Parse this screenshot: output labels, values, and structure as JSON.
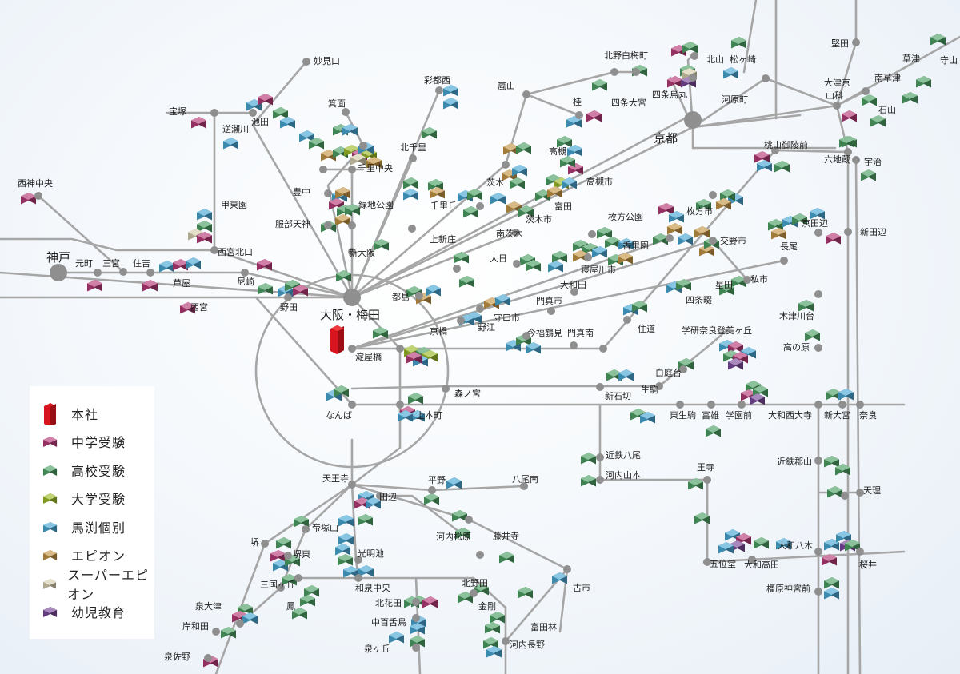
{
  "hub_labels": {
    "kobe": "神戸",
    "kyoto": "京都",
    "osaka": "大阪・梅田"
  },
  "colors": {
    "line": "#a6a6a6",
    "node": "#8f8f8f",
    "honsha": "#d8141e",
    "chugaku": "#b63a78",
    "koko": "#4ea165",
    "daigaku": "#9dbc2a",
    "makabuchi": "#4aa8d6",
    "epion": "#c49646",
    "super_epion": "#d6cfae",
    "yoji": "#7a4a9a"
  },
  "legend": [
    {
      "label": "本社",
      "color": "#d8141e",
      "type": "honsha"
    },
    {
      "label": "中学受験",
      "color": "#b63a78",
      "type": "cube"
    },
    {
      "label": "高校受験",
      "color": "#4ea165",
      "type": "cube"
    },
    {
      "label": "大学受験",
      "color": "#9dbc2a",
      "type": "cube"
    },
    {
      "label": "馬渕個別",
      "color": "#4aa8d6",
      "type": "cube"
    },
    {
      "label": "エピオン",
      "color": "#c49646",
      "type": "cube"
    },
    {
      "label": "スーパーエピオン",
      "color": "#d6cfae",
      "type": "cube"
    },
    {
      "label": "幼児教育",
      "color": "#7a4a9a",
      "type": "cube"
    }
  ],
  "stations": [
    "妙見口",
    "宝塚",
    "逆瀬川",
    "池田",
    "箕面",
    "彩都西",
    "北千里",
    "千里中央",
    "西神中央",
    "甲東園",
    "豊中",
    "緑地公園",
    "服部天神",
    "神戸",
    "元町",
    "三宮",
    "住吉",
    "芦屋",
    "西宮北口",
    "尼崎",
    "西宮",
    "野田",
    "新大阪",
    "上新庄",
    "大阪・梅田",
    "淀屋橋",
    "都島",
    "京橋",
    "南茨木",
    "茨木",
    "茨木市",
    "千里丘",
    "高槻",
    "高槻市",
    "富田",
    "嵐山",
    "北野白梅町",
    "桂",
    "四条大宮",
    "四条烏丸",
    "北山",
    "松ヶ崎",
    "河原町",
    "京都",
    "堅田",
    "草津",
    "守山",
    "大津京",
    "山科",
    "南草津",
    "石山",
    "桃山御陵前",
    "六地蔵",
    "宇治",
    "京田辺",
    "新田辺",
    "枚方公園",
    "香里園",
    "枚方市",
    "交野市",
    "私市",
    "寝屋川市",
    "大日",
    "大和田",
    "門真市",
    "守口市",
    "野江",
    "今福鶴見",
    "門真南",
    "星田",
    "四条畷",
    "住道",
    "長尾",
    "木津川台",
    "高の原",
    "学研奈良登美ヶ丘",
    "白庭台",
    "生駒",
    "新石切",
    "東生駒",
    "富雄",
    "学園前",
    "大和西大寺",
    "新大宮",
    "奈良",
    "森ノ宮",
    "なんば",
    "上本町",
    "天王寺",
    "近鉄八尾",
    "河内山本",
    "王寺",
    "近鉄郡山",
    "天理",
    "田辺",
    "平野",
    "八尾南",
    "河内松原",
    "藤井寺",
    "古市",
    "富田林",
    "河内長野",
    "北野田",
    "金剛",
    "北花田",
    "中百舌鳥",
    "泉ヶ丘",
    "光明池",
    "和泉中央",
    "堺",
    "帝塚山",
    "堺東",
    "三国ヶ丘",
    "鳳",
    "泉大津",
    "岸和田",
    "泉佐野",
    "五位堂",
    "大和高田",
    "大和八木",
    "桜井",
    "橿原神宮前"
  ]
}
